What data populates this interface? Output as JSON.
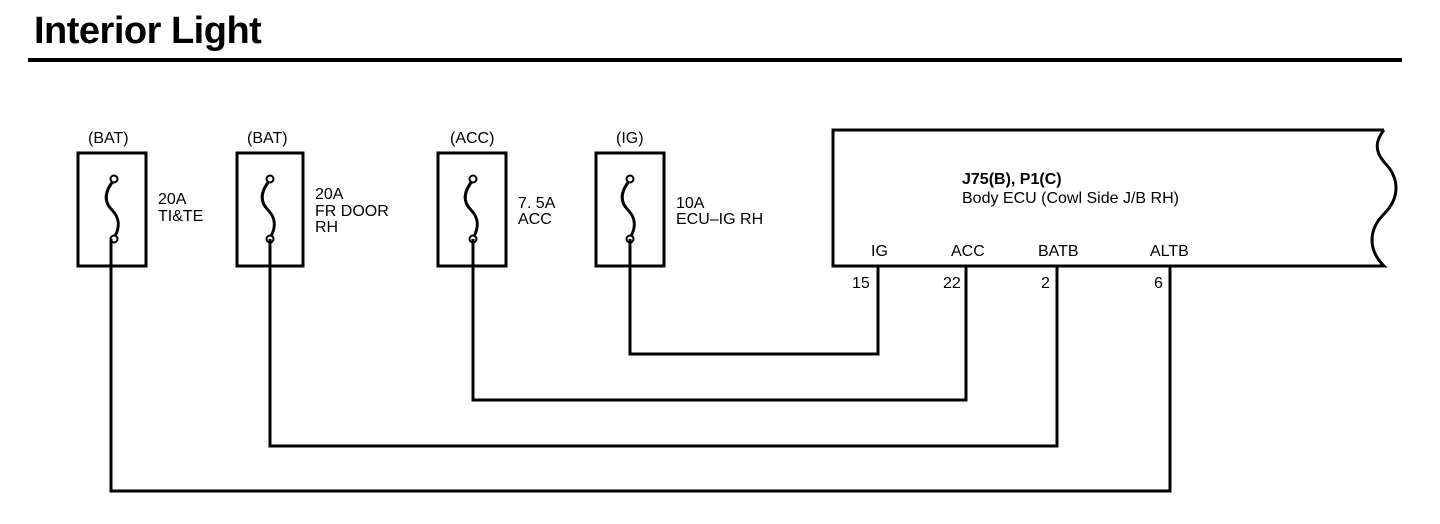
{
  "title": "Interior Light",
  "fuses": [
    {
      "source": "(BAT)",
      "amp": "20A",
      "name_lines": [
        "TI&TE"
      ]
    },
    {
      "source": "(BAT)",
      "amp": "20A",
      "name_lines": [
        "FR DOOR",
        "RH"
      ]
    },
    {
      "source": "(ACC)",
      "amp": "7. 5A",
      "name_lines": [
        "ACC"
      ]
    },
    {
      "source": "(IG)",
      "amp": "10A",
      "name_lines": [
        "ECU–IG RH"
      ]
    }
  ],
  "ecu": {
    "connectors": "J75(B), P1(C)",
    "name": "Body ECU (Cowl Side J/B RH)",
    "pins": [
      {
        "label": "IG",
        "number": "15"
      },
      {
        "label": "ACC",
        "number": "22"
      },
      {
        "label": "BATB",
        "number": "2"
      },
      {
        "label": "ALTB",
        "number": "6"
      }
    ]
  }
}
